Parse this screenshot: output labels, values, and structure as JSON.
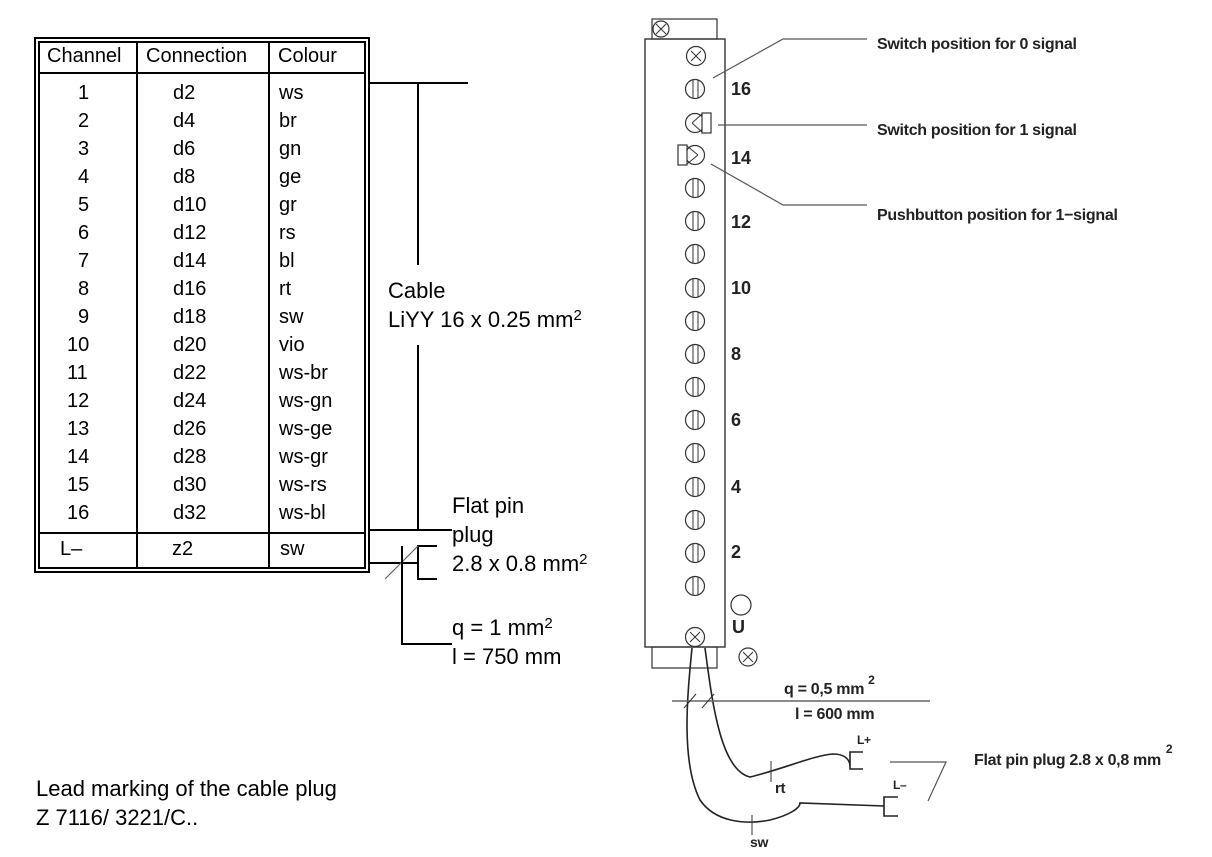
{
  "table": {
    "headers": [
      "Channel",
      "Connection",
      "Colour"
    ],
    "rows": [
      {
        "channel": "1",
        "connection": "d2",
        "colour": "ws"
      },
      {
        "channel": "2",
        "connection": "d4",
        "colour": "br"
      },
      {
        "channel": "3",
        "connection": "d6",
        "colour": "gn"
      },
      {
        "channel": "4",
        "connection": "d8",
        "colour": "ge"
      },
      {
        "channel": "5",
        "connection": "d10",
        "colour": "gr"
      },
      {
        "channel": "6",
        "connection": "d12",
        "colour": "rs"
      },
      {
        "channel": "7",
        "connection": "d14",
        "colour": "bl"
      },
      {
        "channel": "8",
        "connection": "d16",
        "colour": "rt"
      },
      {
        "channel": "9",
        "connection": "d18",
        "colour": "sw"
      },
      {
        "channel": "10",
        "connection": "d20",
        "colour": "vio"
      },
      {
        "channel": "11",
        "connection": "d22",
        "colour": "ws-br"
      },
      {
        "channel": "12",
        "connection": "d24",
        "colour": "ws-gn"
      },
      {
        "channel": "13",
        "connection": "d26",
        "colour": "ws-ge"
      },
      {
        "channel": "14",
        "connection": "d28",
        "colour": "ws-gr"
      },
      {
        "channel": "15",
        "connection": "d30",
        "colour": "ws-rs"
      },
      {
        "channel": "16",
        "connection": "d32",
        "colour": "ws-bl"
      }
    ],
    "footer": {
      "channel": "L–",
      "connection": "z2",
      "colour": "sw"
    }
  },
  "cable_label": {
    "line1": "Cable",
    "line2": "LiYY 16 x 0.25 mm",
    "sup": "2"
  },
  "flat_pin_left": {
    "line1": "Flat pin",
    "line2": "plug",
    "line3": "2.8 x 0.8 mm",
    "sup": "2"
  },
  "wire_left": {
    "q": "q = 1 mm",
    "q_sup": "2",
    "l": "l = 750 mm"
  },
  "caption": {
    "line1": "Lead marking of the cable plug",
    "line2": "Z 7116/ 3221/C.."
  },
  "module": {
    "numbers": [
      "16",
      "14",
      "12",
      "10",
      "8",
      "6",
      "4",
      "2"
    ],
    "u_label": "U"
  },
  "callouts": {
    "switch0": "Switch position for 0 signal",
    "switch1": "Switch position for 1 signal",
    "pushbutton": "Pushbutton position for 1−signal"
  },
  "wire_right": {
    "q": "q = 0,5 mm",
    "q_sup": "2",
    "l": "l = 600 mm",
    "lplus": "L+",
    "lminus": "L–",
    "rt": "rt",
    "sw": "sw",
    "plug": "Flat pin plug 2.8 x 0,8 mm",
    "plug_sup": "2"
  }
}
